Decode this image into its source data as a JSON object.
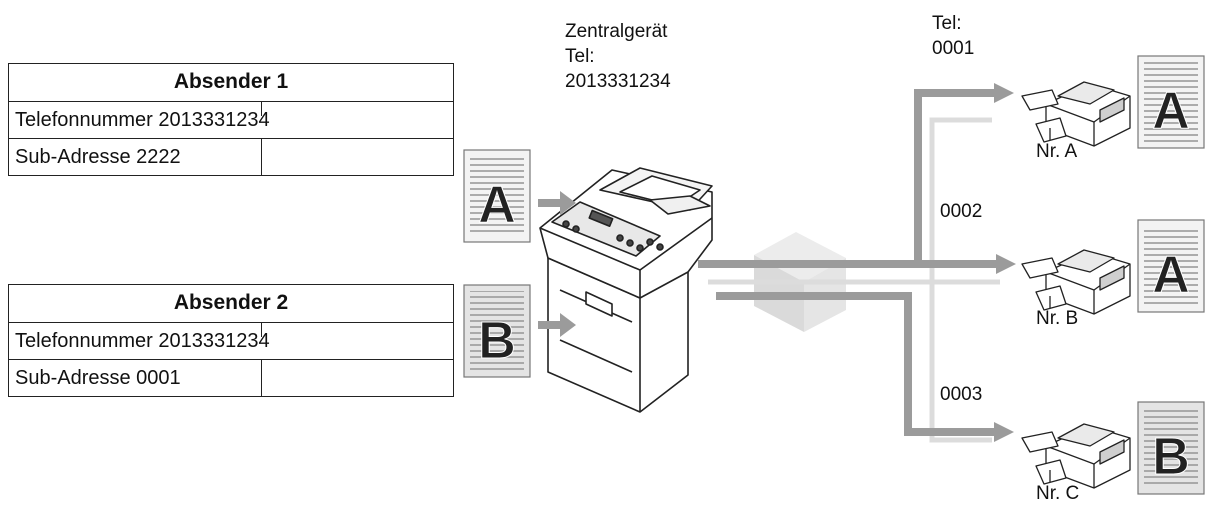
{
  "central": {
    "name": "Zentralgerät",
    "tel_label": "Tel:",
    "tel_number": "2013331234"
  },
  "senders": [
    {
      "title": "Absender 1",
      "phone": "Telefonnummer 2013331234",
      "subaddress": "Sub-Adresse 2222",
      "document": "A"
    },
    {
      "title": "Absender 2",
      "phone": "Telefonnummer 2013331234",
      "subaddress": "Sub-Adresse 0001",
      "document": "B"
    }
  ],
  "receivers": [
    {
      "tel_label": "Tel:",
      "tel_number": "0001",
      "name": "Nr. A",
      "document": "A"
    },
    {
      "tel_number": "0002",
      "name": "Nr. B",
      "document": "A"
    },
    {
      "tel_number": "0003",
      "name": "Nr. C",
      "document": "B"
    }
  ],
  "icons": [
    "document-icon",
    "fax-machine-icon",
    "small-fax-icon",
    "arrow-icon"
  ]
}
